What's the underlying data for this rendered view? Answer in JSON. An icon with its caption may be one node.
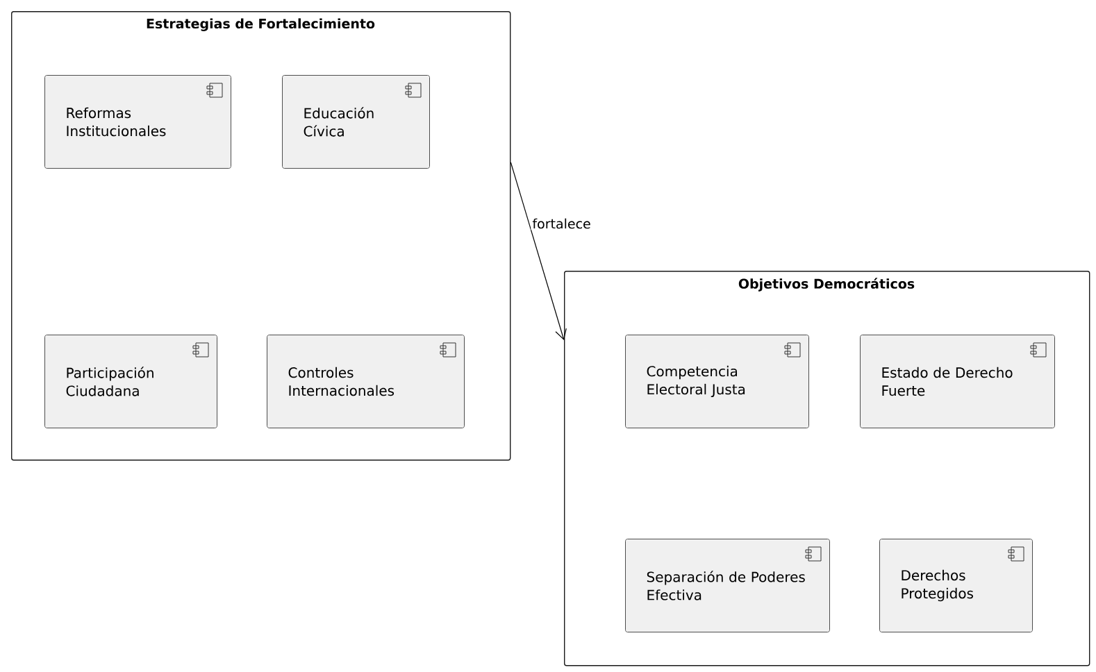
{
  "diagram": {
    "nodes": [
      {
        "text": [
          "Estrategias de Fortalecimiento"
        ]
      },
      {
        "text": [
          "Reformas Institucionales"
        ],
        "in": 0
      },
      {
        "text": [
          "Educación Cívica"
        ],
        "in": 0
      },
      {
        "text": [
          "Participación Ciudadana"
        ],
        "in": 0
      },
      {
        "text": [
          "Controles Internacionales"
        ],
        "in": 0
      },
      {
        "text": [
          "Objetivos Democráticos"
        ]
      },
      {
        "text": [
          "Competencia Electoral Justa"
        ],
        "in": 5
      },
      {
        "text": [
          "Estado de Derecho Fuerte"
        ],
        "in": 5
      },
      {
        "text": [
          "Separación de Poderes Efectiva"
        ],
        "in": 5
      },
      {
        "text": [
          "Derechos Protegidos"
        ],
        "in": 5
      }
    ],
    "edges": [
      {
        "from": 0,
        "to": 5,
        "arrow": "to",
        "label": "fortalece"
      }
    ]
  }
}
